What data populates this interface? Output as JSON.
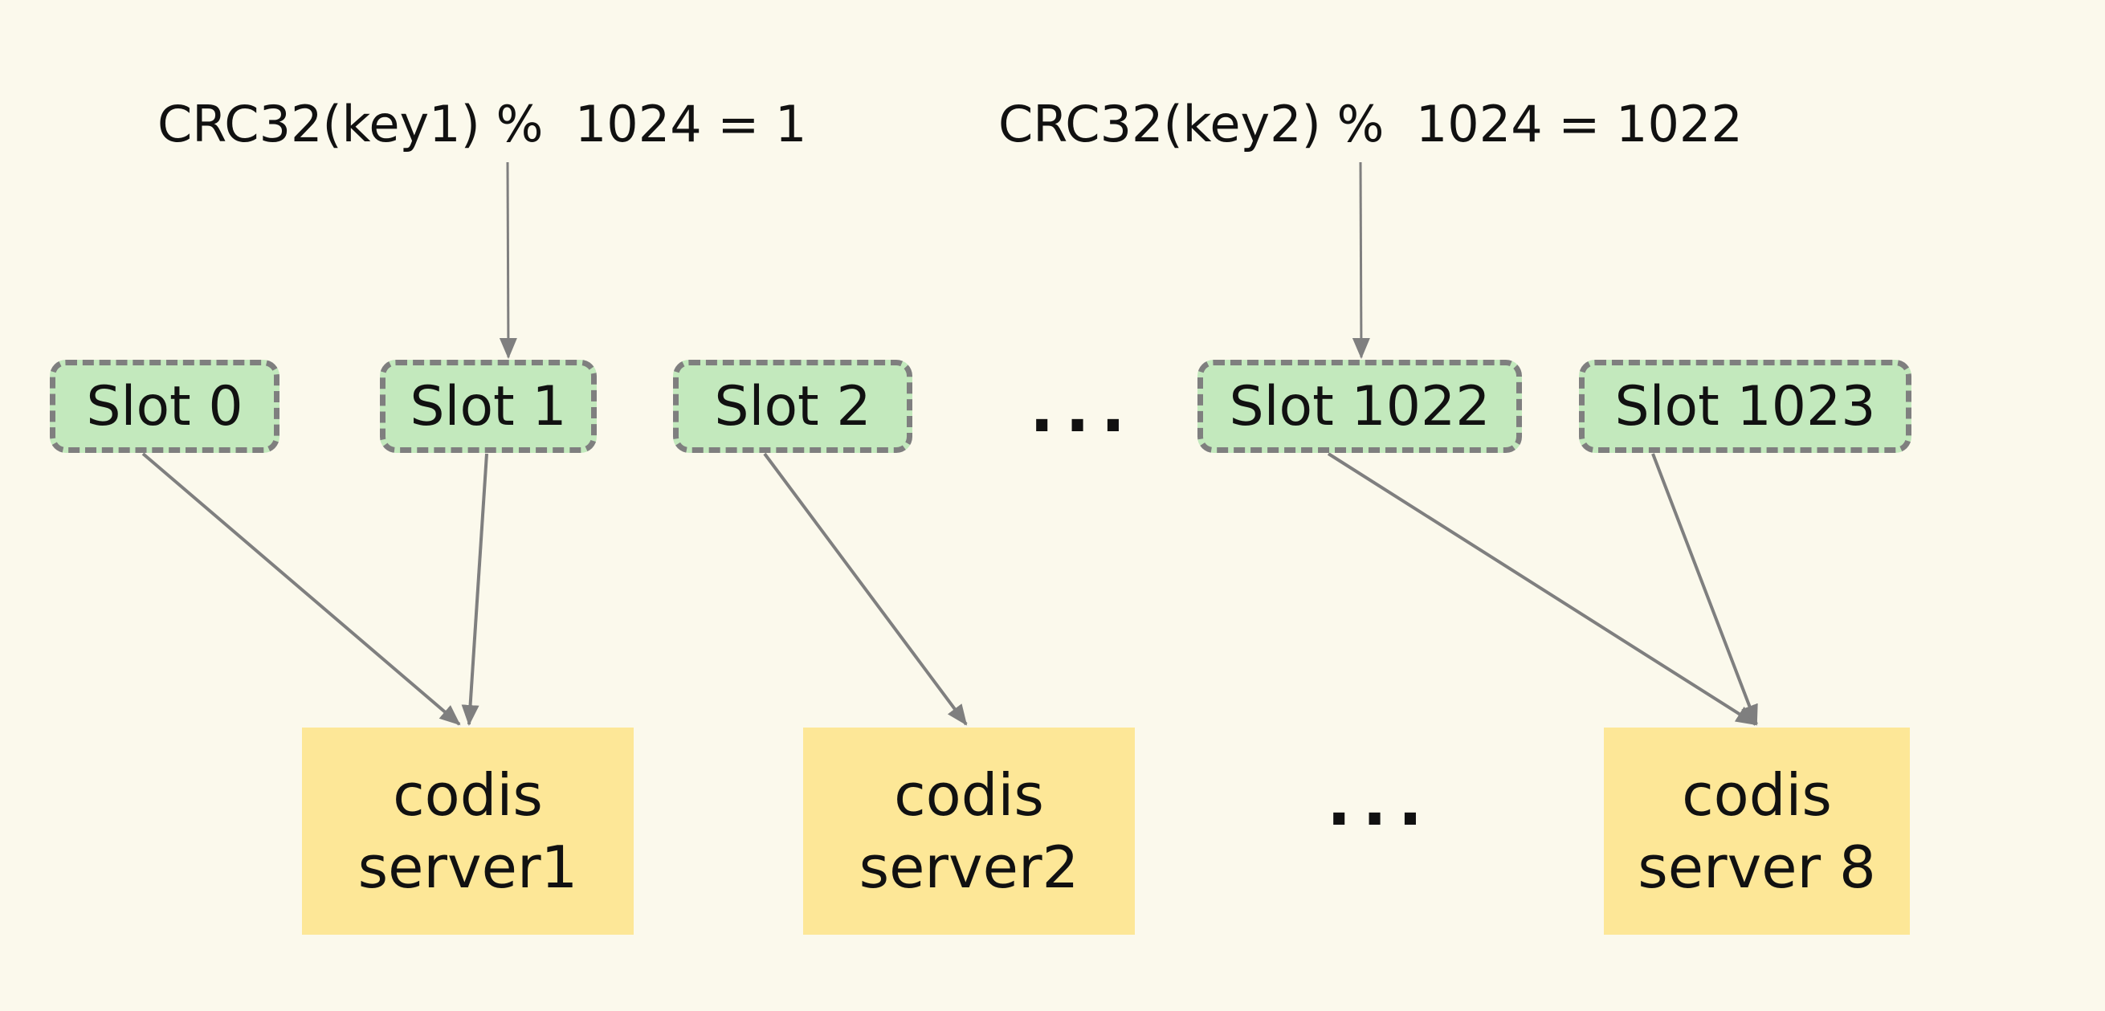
{
  "formulas": [
    {
      "text": "CRC32(key1) %  1024 = 1"
    },
    {
      "text": "CRC32(key2) %  1024 = 1022"
    }
  ],
  "slots": [
    {
      "label": "Slot 0"
    },
    {
      "label": "Slot 1"
    },
    {
      "label": "Slot 2"
    },
    {
      "label": "Slot 1022"
    },
    {
      "label": "Slot 1023"
    }
  ],
  "slot_ellipsis": "...",
  "servers": [
    {
      "line1": "codis",
      "line2": "server1"
    },
    {
      "line1": "codis",
      "line2": "server2"
    },
    {
      "line1": "codis",
      "line2": "server 8"
    }
  ],
  "server_ellipsis": "...",
  "colors": {
    "background": "#fbf9ec",
    "slot_fill": "#c3e9bd",
    "slot_border": "#7f7f7f",
    "server_fill": "#fde797",
    "arrow": "#7f7f7f",
    "text": "#111111"
  }
}
